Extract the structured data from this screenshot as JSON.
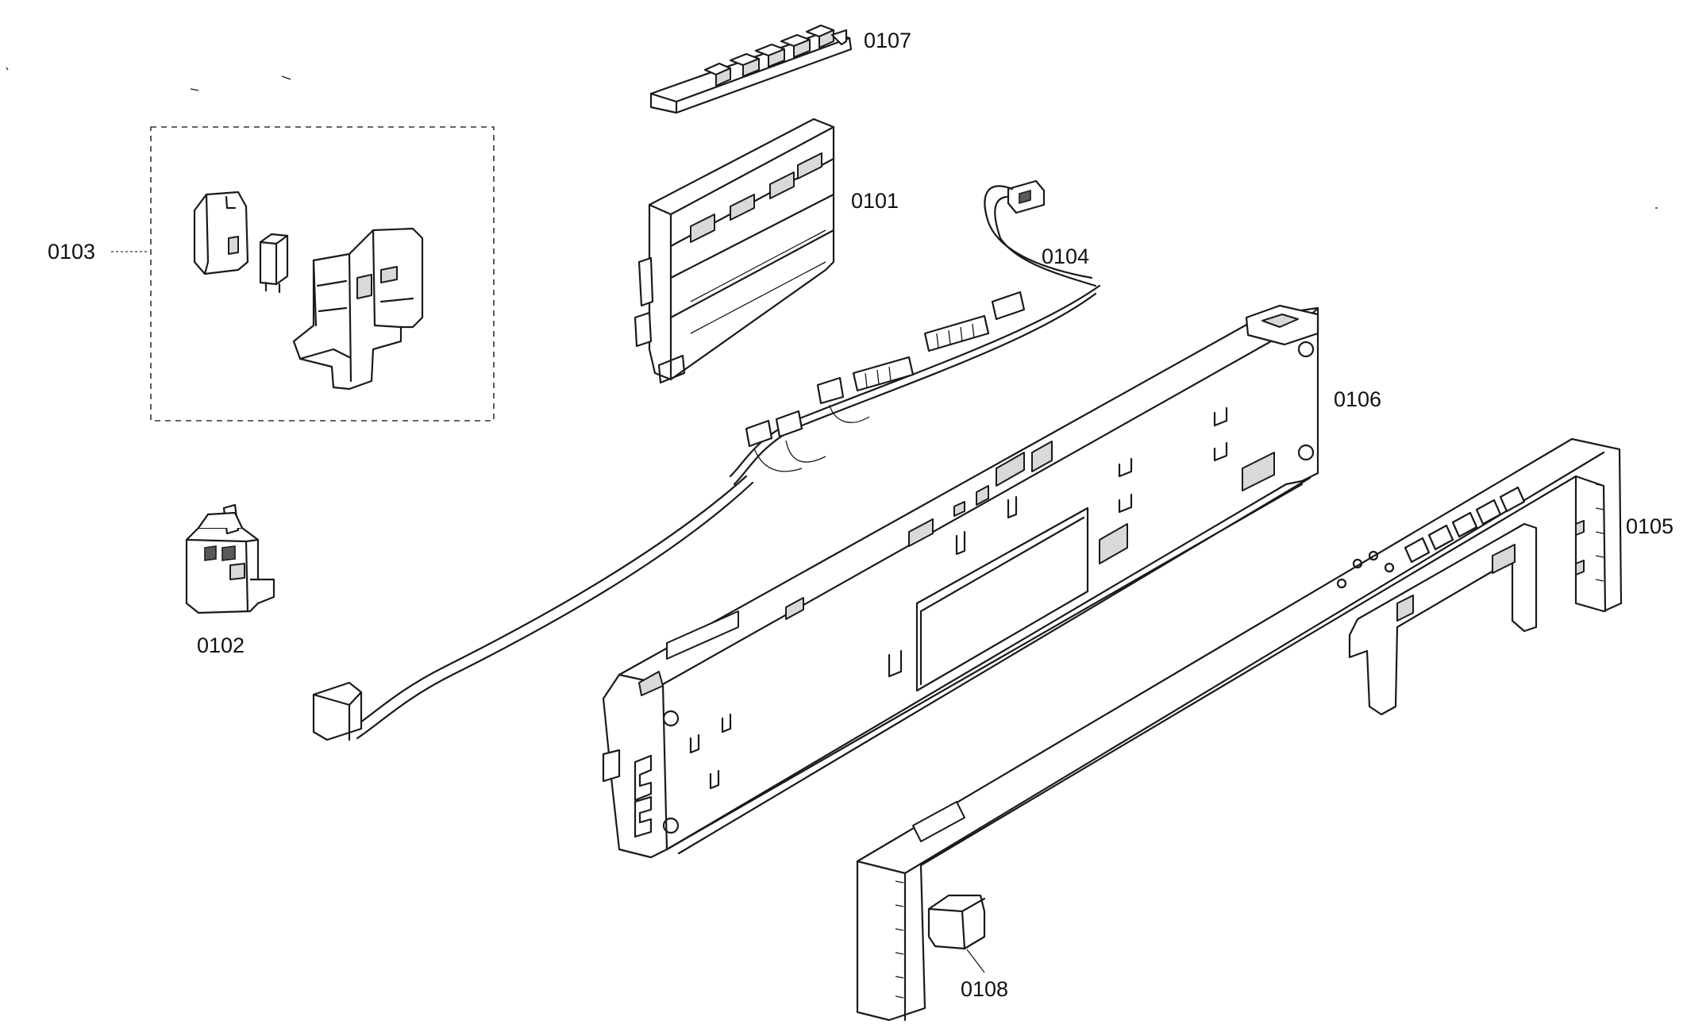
{
  "diagram": {
    "parts": [
      {
        "id": "0101",
        "label": "0101"
      },
      {
        "id": "0102",
        "label": "0102"
      },
      {
        "id": "0103",
        "label": "0103"
      },
      {
        "id": "0104",
        "label": "0104"
      },
      {
        "id": "0105",
        "label": "0105"
      },
      {
        "id": "0106",
        "label": "0106"
      },
      {
        "id": "0107",
        "label": "0107"
      },
      {
        "id": "0108",
        "label": "0108"
      }
    ]
  }
}
